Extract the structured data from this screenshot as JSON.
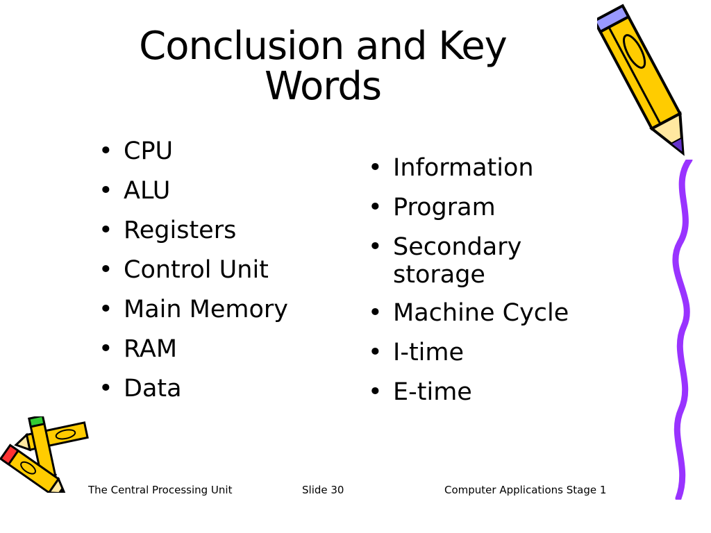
{
  "slide": {
    "title": "Conclusion and Key Words",
    "left_column": [
      "CPU",
      "ALU",
      "Registers",
      "Control Unit",
      "Main Memory",
      "RAM",
      "Data"
    ],
    "right_column": [
      "Information",
      "Program",
      "Secondary storage",
      "Machine Cycle",
      "I-time",
      "E-time"
    ]
  },
  "footer": {
    "left": "The Central Processing Unit",
    "center": "Slide 30",
    "right": "Computer Applications Stage 1"
  },
  "decorations": {
    "pencil_icon": "pencil-icon",
    "crayons_icon": "crayons-icon",
    "wavy_line_color": "#9933ff",
    "pencil_color": "#ffcc00",
    "crayon_red": "#ff3333",
    "crayon_green": "#33cc33"
  }
}
